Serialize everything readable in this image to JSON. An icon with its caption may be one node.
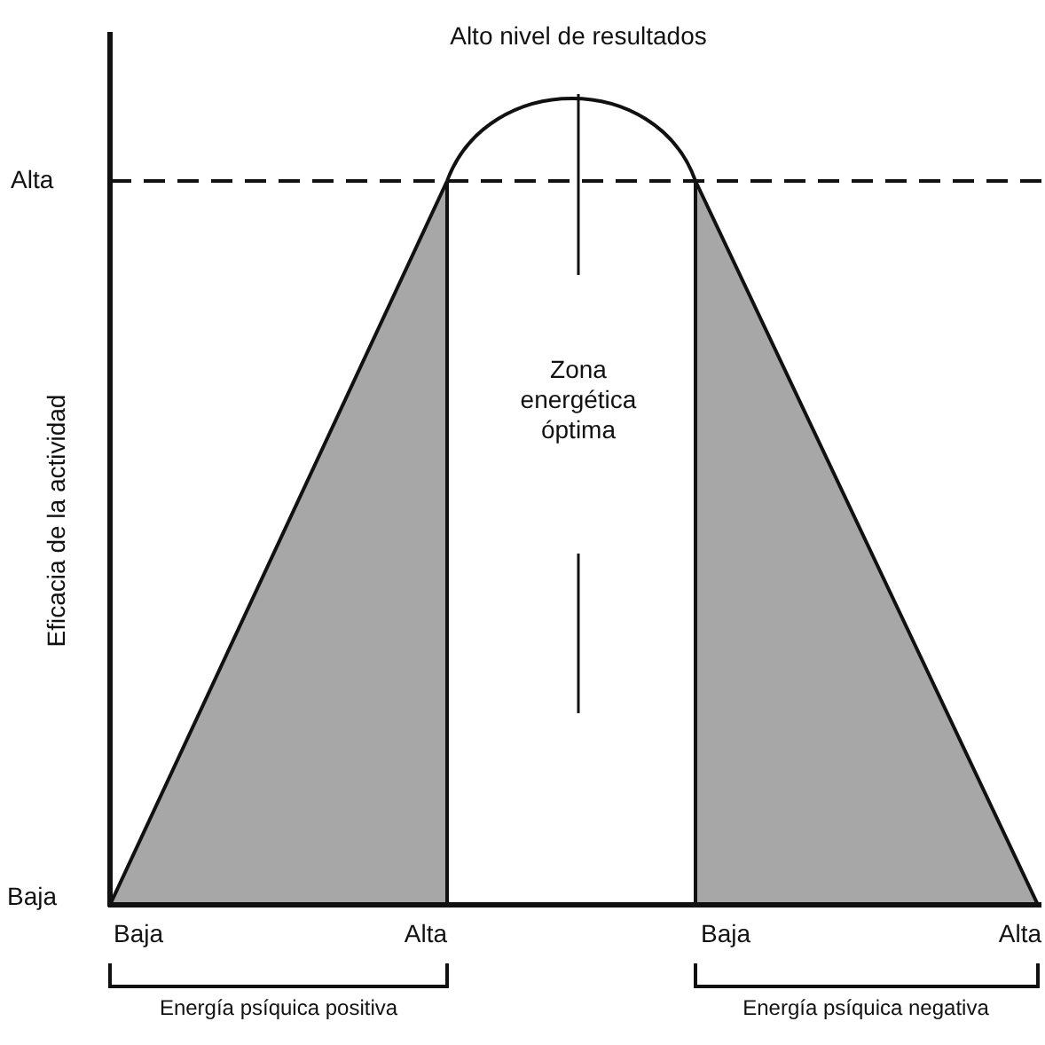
{
  "diagram": {
    "labels": [
      "Alto nivel de resultados",
      "Alta",
      "Eficacia de la actividad",
      "Baja",
      "Zona energética óptima",
      "Baja",
      "Alta",
      "Baja",
      "Alta",
      "Energía psíquica positiva",
      "Energía psíquica negativa"
    ]
  }
}
